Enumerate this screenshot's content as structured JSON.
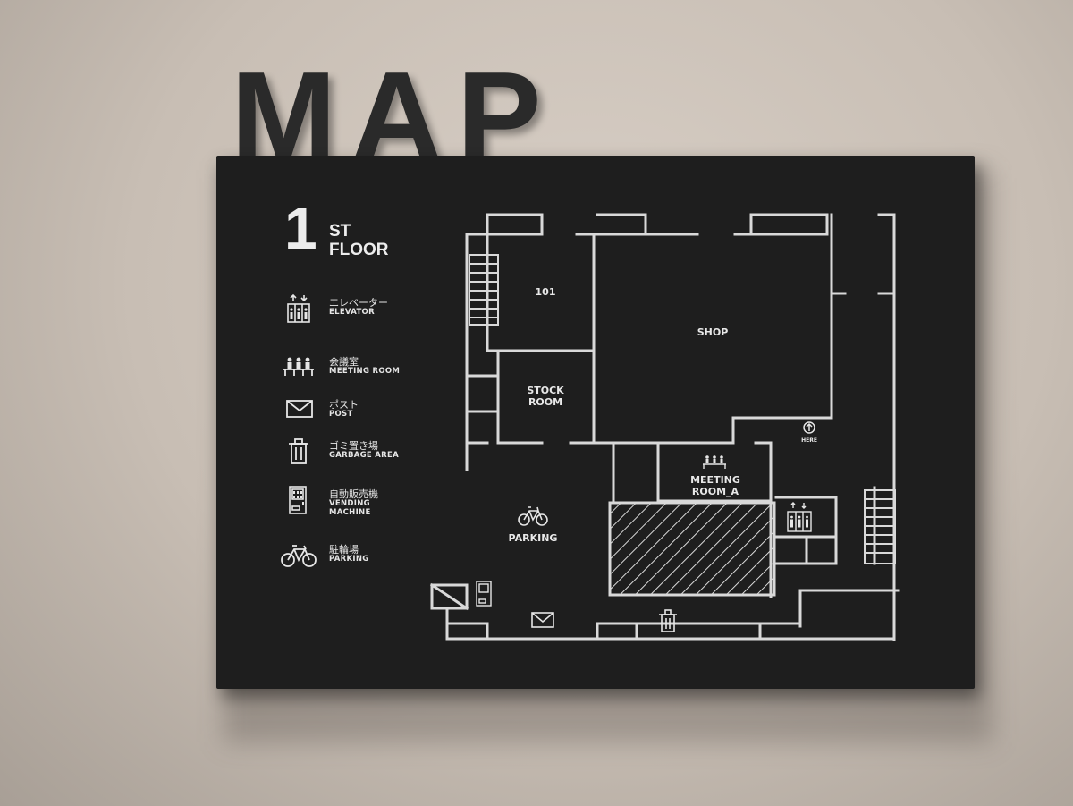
{
  "sign": {
    "title": "MAP",
    "floor_number": "1",
    "floor_suffix": "ST",
    "floor_word": "FLOOR"
  },
  "legend": [
    {
      "icon": "elevator-icon",
      "jp": "エレベーター",
      "en": "ELEVATOR"
    },
    {
      "icon": "meeting-room-icon",
      "jp": "会議室",
      "en": "MEETING ROOM"
    },
    {
      "icon": "mail-icon",
      "jp": "ポスト",
      "en": "POST"
    },
    {
      "icon": "trash-icon",
      "jp": "ゴミ置き場",
      "en": "GARBAGE AREA"
    },
    {
      "icon": "vending-machine-icon",
      "jp": "自動販売機",
      "en": "VENDING MACHINE"
    },
    {
      "icon": "bicycle-icon",
      "jp": "駐輪場",
      "en": "PARKING"
    }
  ],
  "rooms": {
    "r101": "101",
    "shop": "SHOP",
    "stock_1": "STOCK",
    "stock_2": "ROOM",
    "meeting_1": "MEETING",
    "meeting_2": "ROOM_A",
    "parking": "PARKING",
    "here": "HERE"
  },
  "colors": {
    "board": "#1e1e1e",
    "line": "#d9d9d9",
    "wall": "#c8beb4"
  }
}
